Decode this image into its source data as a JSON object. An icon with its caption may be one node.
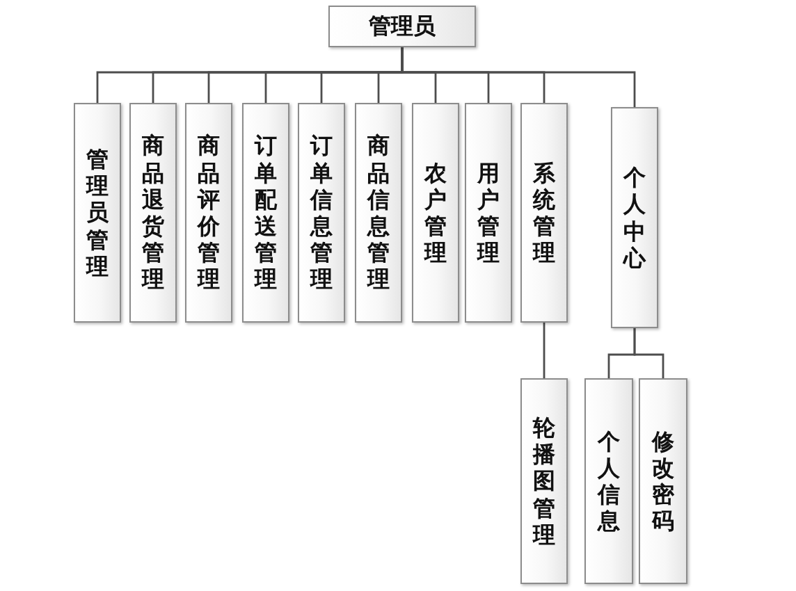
{
  "diagram": {
    "nodes": [
      {
        "text": [
          "管理员"
        ]
      },
      {
        "text": [
          "管理员管理"
        ]
      },
      {
        "text": [
          "商品退货管理"
        ]
      },
      {
        "text": [
          "商品评价管理"
        ]
      },
      {
        "text": [
          "订单配送管理"
        ]
      },
      {
        "text": [
          "订单信息管理"
        ]
      },
      {
        "text": [
          "商品信息管理"
        ]
      },
      {
        "text": [
          "农户管理"
        ]
      },
      {
        "text": [
          "用户管理"
        ]
      },
      {
        "text": [
          "系统管理"
        ]
      },
      {
        "text": [
          "个人中心"
        ]
      },
      {
        "text": [
          "轮播图管理"
        ]
      },
      {
        "text": [
          "个人信息"
        ]
      },
      {
        "text": [
          "修改密码"
        ]
      }
    ],
    "edges": [
      {
        "from": 0,
        "to": 1,
        "arrow": "none"
      },
      {
        "from": 0,
        "to": 2,
        "arrow": "none"
      },
      {
        "from": 0,
        "to": 3,
        "arrow": "none"
      },
      {
        "from": 0,
        "to": 4,
        "arrow": "none"
      },
      {
        "from": 0,
        "to": 5,
        "arrow": "none"
      },
      {
        "from": 0,
        "to": 6,
        "arrow": "none"
      },
      {
        "from": 0,
        "to": 7,
        "arrow": "none"
      },
      {
        "from": 0,
        "to": 8,
        "arrow": "none"
      },
      {
        "from": 0,
        "to": 9,
        "arrow": "none"
      },
      {
        "from": 0,
        "to": 10,
        "arrow": "none"
      },
      {
        "from": 9,
        "to": 11,
        "arrow": "none"
      },
      {
        "from": 10,
        "to": 12,
        "arrow": "none"
      },
      {
        "from": 10,
        "to": 13,
        "arrow": "none"
      }
    ]
  }
}
